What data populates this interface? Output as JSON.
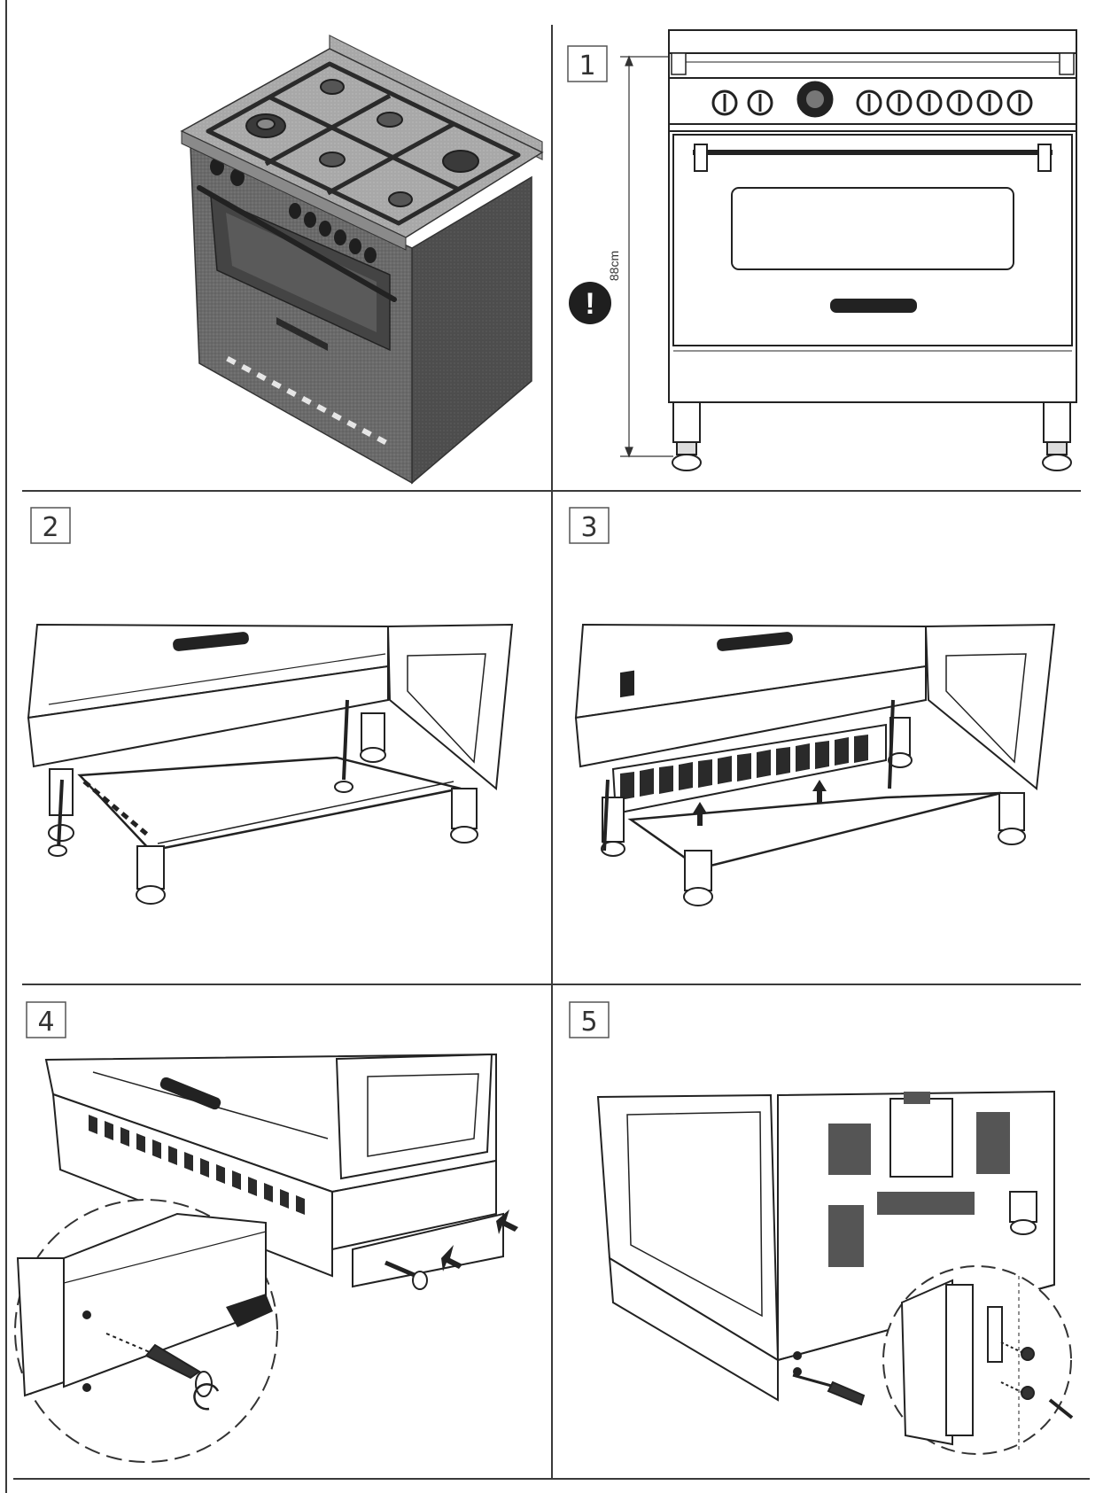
{
  "document": {
    "kind": "installation-instruction-sheet",
    "colors": {
      "line": "#1a1a1a",
      "frame": "#3a3a3a",
      "shade_dark": "#4a4a4a",
      "shade_mid": "#8a8a8a",
      "shade_light": "#c8c8c8",
      "paper": "#ffffff"
    }
  },
  "panels": [
    {
      "id": "overview",
      "step": "",
      "illustration": "range-cooker-isometric-icon"
    },
    {
      "id": "step-1",
      "step": "1",
      "dimension": "88cm",
      "warning_symbol": "!",
      "illustration": "range-cooker-front-elevation-icon"
    },
    {
      "id": "step-2",
      "step": "2",
      "illustration": "attach-leg-frame-icon"
    },
    {
      "id": "step-3",
      "step": "3",
      "illustration": "lift-vent-panel-icon"
    },
    {
      "id": "step-4",
      "step": "4",
      "illustration": "front-plinth-screw-icon"
    },
    {
      "id": "step-5",
      "step": "5",
      "illustration": "side-plinth-screw-icon"
    }
  ]
}
